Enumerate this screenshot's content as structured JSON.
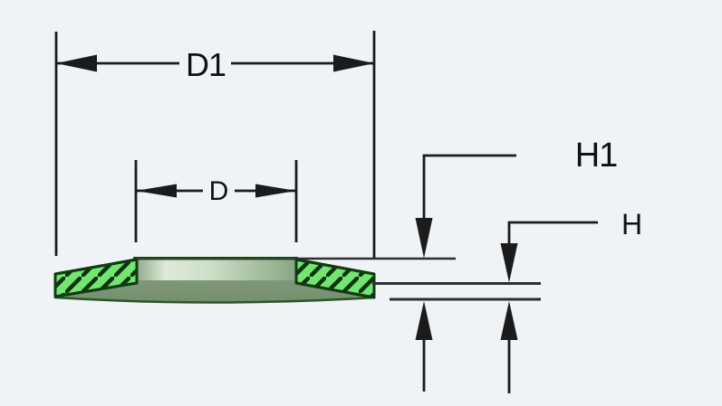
{
  "diagram": {
    "labels": {
      "outer_diameter": "D1",
      "inner_diameter": "D",
      "free_height": "H1",
      "thickness": "H"
    },
    "colors": {
      "background": "#f0f3f6",
      "dimension_line": "#1b1b1b",
      "reference_line": "#2e2e2e",
      "label_text": "#111111",
      "washer_fill": "#72e572",
      "washer_hatch": "#0e330e",
      "washer_outline": "#0f3d0f",
      "washer_face": "#7f9879",
      "washer_bore_highlight": "#dcead8",
      "washer_rim": "#24461f"
    }
  }
}
